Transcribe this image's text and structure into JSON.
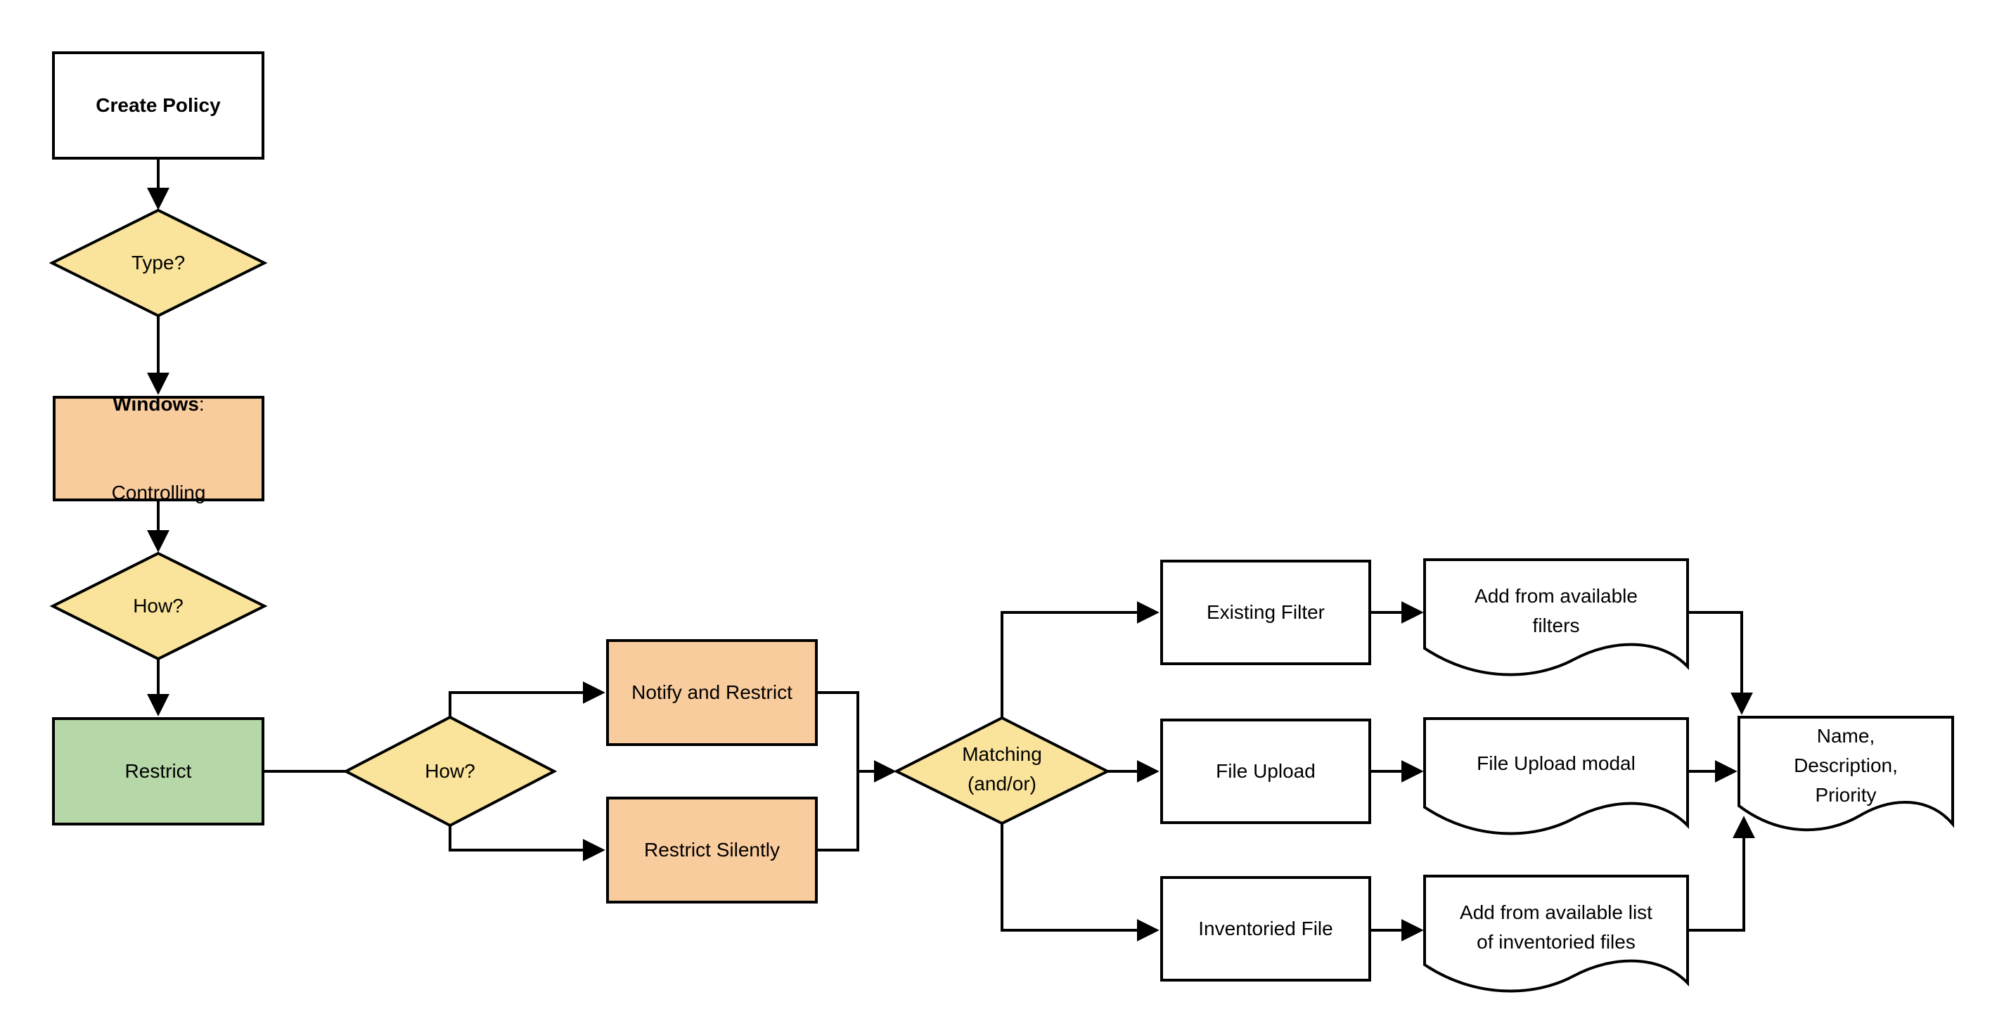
{
  "colors": {
    "diamond_yellow": "#FAE49B",
    "box_orange": "#F9CC9D",
    "box_green": "#B6D7A8",
    "box_white": "#FFFFFF",
    "line_black": "#000000"
  },
  "nodes": {
    "create_policy": {
      "label": "Create Policy"
    },
    "type_decision": {
      "label": "Type?"
    },
    "windows": {
      "bold": "Windows",
      "colon": ":",
      "line2": "Controlling"
    },
    "how_decision_1": {
      "label": "How?"
    },
    "restrict": {
      "label": "Restrict"
    },
    "how_decision_2": {
      "label": "How?"
    },
    "notify_and_restrict": {
      "label": "Notify and Restrict"
    },
    "restrict_silently": {
      "label": "Restrict Silently"
    },
    "matching": {
      "label": "Matching\n(and/or)"
    },
    "existing_filter": {
      "label": "Existing Filter"
    },
    "file_upload": {
      "label": "File Upload"
    },
    "inventoried_file": {
      "label": "Inventoried File"
    },
    "doc_filters": {
      "label": "Add from available\nfilters"
    },
    "doc_file_upload_modal": {
      "label": "File Upload modal"
    },
    "doc_inventoried": {
      "label": "Add from available list\nof inventoried files"
    },
    "doc_name_description_priority": {
      "label": "Name,\nDescription,\nPriority"
    }
  }
}
